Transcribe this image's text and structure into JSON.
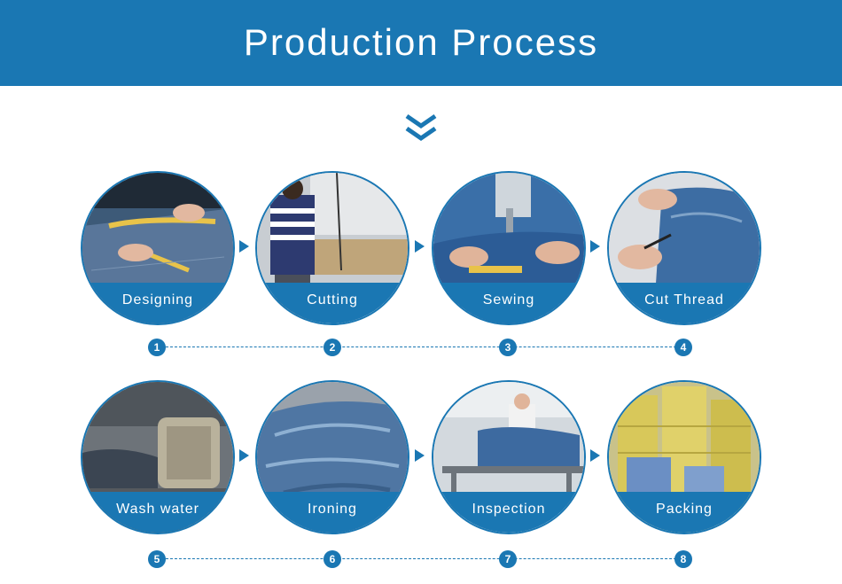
{
  "header": {
    "title": "Production Process"
  },
  "icons": {
    "scroll_down": "double-chevron-down-icon",
    "step_arrow": "triangle-right-icon"
  },
  "colors": {
    "brand": "#1a77b3",
    "background": "#ffffff"
  },
  "steps": [
    {
      "label": "Designing",
      "number": "1"
    },
    {
      "label": "Cutting",
      "number": "2"
    },
    {
      "label": "Sewing",
      "number": "3"
    },
    {
      "label": "Cut Thread",
      "number": "4"
    },
    {
      "label": "Wash water",
      "number": "5"
    },
    {
      "label": "Ironing",
      "number": "6"
    },
    {
      "label": "Inspection",
      "number": "7"
    },
    {
      "label": "Packing",
      "number": "8"
    }
  ]
}
